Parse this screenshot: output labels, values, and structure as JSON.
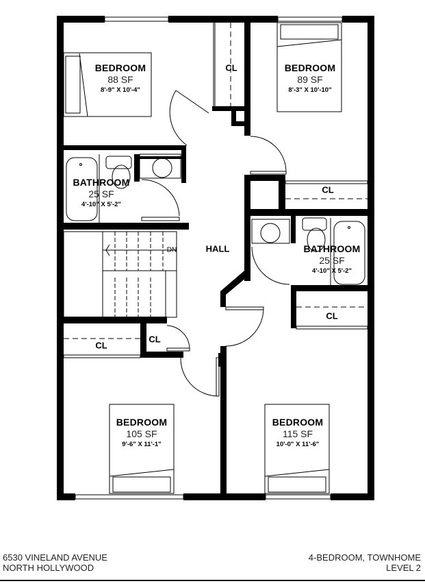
{
  "plan": {
    "rooms": [
      {
        "id": "bedroom-nw",
        "name": "BEDROOM",
        "area": "88 SF",
        "dims": "8'-9\" X 10'-4\""
      },
      {
        "id": "bedroom-ne",
        "name": "BEDROOM",
        "area": "89 SF",
        "dims": "8'-3\" X 10'-10\""
      },
      {
        "id": "bathroom-w",
        "name": "BATHROOM",
        "area": "25 SF",
        "dims": "4'-10\" X 5'-2\""
      },
      {
        "id": "bathroom-e",
        "name": "BATHROOM",
        "area": "25 SF",
        "dims": "4'-10\" X 5'-2\""
      },
      {
        "id": "bedroom-sw",
        "name": "BEDROOM",
        "area": "105 SF",
        "dims": "9'-6\" X 11'-1\""
      },
      {
        "id": "bedroom-se",
        "name": "BEDROOM",
        "area": "115 SF",
        "dims": "10'-0\" X 11'-6\""
      }
    ],
    "closets": [
      "CL",
      "CL",
      "CL",
      "CL",
      "CL"
    ],
    "hall": "HALL",
    "stair_label": "DN",
    "colors": {
      "wall": "#000000",
      "line": "#000000",
      "background": "#ffffff"
    }
  },
  "footer": {
    "address_line1": "6530 VINELAND AVENUE",
    "address_line2": "NORTH HOLLYWOOD",
    "unit_type": "4-BEDROOM, TOWNHOME",
    "level": "LEVEL 2"
  }
}
